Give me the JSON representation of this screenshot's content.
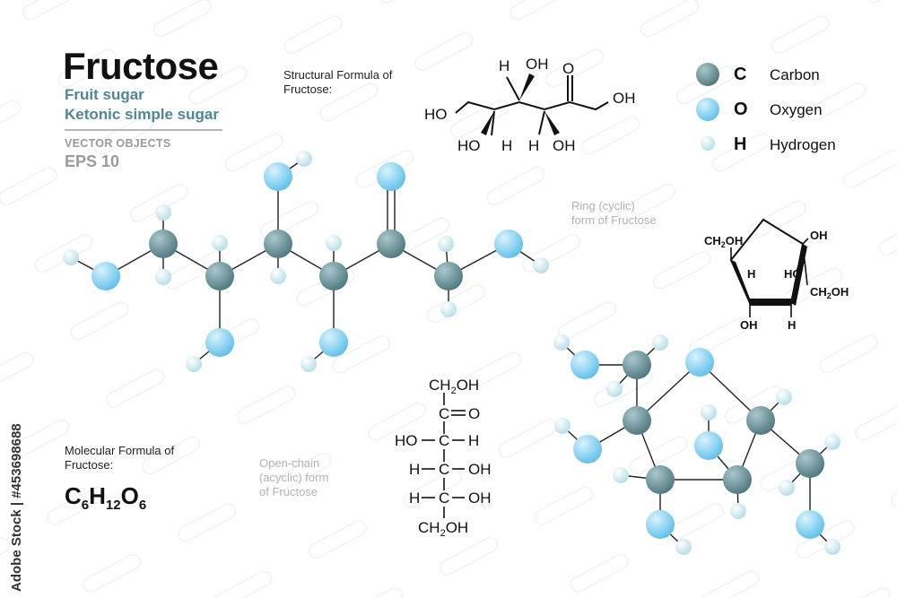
{
  "title": "Fructose",
  "subtitle1": "Fruit sugar",
  "subtitle2": "Ketonic simple sugar",
  "vector_label": "VECTOR OBJECTS",
  "eps_label": "EPS 10",
  "structural_caption": [
    "Structural  Formula of",
    "Fructose:"
  ],
  "ring_caption": [
    "Ring (cyclic)",
    "form of Fructose"
  ],
  "molecular_caption": [
    "Molecular Formula of",
    "Fructose:"
  ],
  "molecular_formula": {
    "c": "C",
    "c_n": "6",
    "h": "H",
    "h_n": "12",
    "o": "O",
    "o_n": "6"
  },
  "open_chain_caption": [
    "Open-chain",
    "(acyclic) form",
    "of Fructose"
  ],
  "legend": [
    {
      "symbol": "C",
      "label": "Carbon",
      "color": "#567f86"
    },
    {
      "symbol": "O",
      "label": "Oxygen",
      "color": "#6dc8ee"
    },
    {
      "symbol": "H",
      "label": "Hydrogen",
      "color": "#c3e6ee"
    }
  ],
  "side_text": "Adobe Stock | #453698688",
  "structural_labels": {
    "h1": "H",
    "oh1": "OH",
    "o": "O",
    "ho_left": "HO",
    "oh_right": "OH",
    "ho_bottom": "HO",
    "h2": "H",
    "h3": "H",
    "oh2": "OH"
  },
  "ring_labels": {
    "ch2oh_left": "CH",
    "ch2oh_left_sub": "2",
    "ch2oh_left_end": "OH",
    "oh_right": "OH",
    "h_left": "H",
    "ho_mid": "HO",
    "ch2oh_right": "CH",
    "ch2oh_right_sub": "2",
    "ch2oh_right_end": "OH",
    "oh_bottom": "OH",
    "h_bottom": "H"
  },
  "open_chain_labels": {
    "top": "CH",
    "top_sub": "2",
    "top_end": "OH",
    "r1_c": "C",
    "r1_o": "O",
    "r2_left": "HO",
    "r2_c": "C",
    "r2_right": "H",
    "r3_left": "H",
    "r3_c": "C",
    "r3_right": "OH",
    "r4_left": "H",
    "r4_c": "C",
    "r4_right": "OH",
    "bottom": "CH",
    "bottom_sub": "2",
    "bottom_end": "OH"
  },
  "colors": {
    "carbon": "#567f86",
    "oxygen": "#6dc8ee",
    "hydrogen": "#c3e6ee",
    "accent": "#4e8793",
    "grey": "#9a9a9a"
  }
}
